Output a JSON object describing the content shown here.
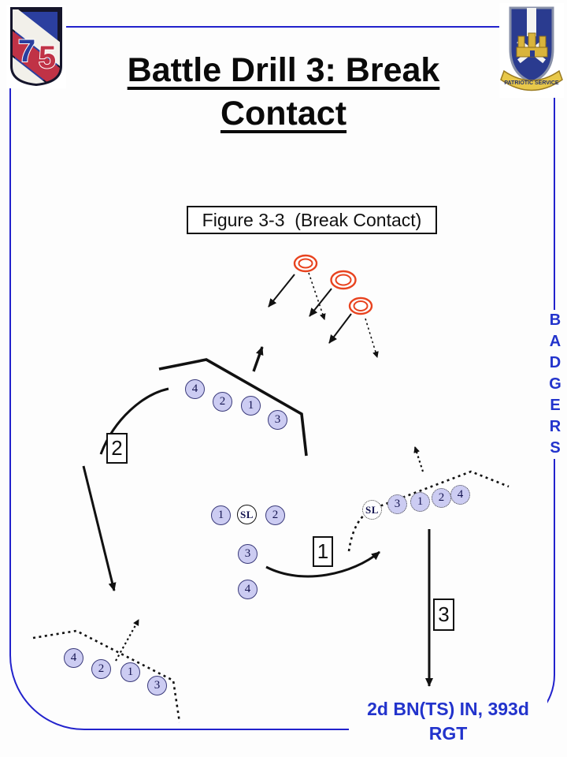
{
  "page": {
    "background": "#ffffff",
    "border_color": "#2222cc"
  },
  "header": {
    "title_line1": "Battle Drill 3: Break",
    "title_line2": "Contact",
    "patch_number": "75",
    "crest_motto": "PATRIOTIC SERVICE"
  },
  "sidebar": {
    "letters": [
      "B",
      "A",
      "D",
      "G",
      "E",
      "R",
      "S"
    ],
    "color": "#2233cc"
  },
  "figure": {
    "caption": "Figure 3-3  (Break Contact)"
  },
  "routes": {
    "one": "1",
    "two": "2",
    "three": "3"
  },
  "squads": {
    "top": [
      "4",
      "2",
      "1",
      "3"
    ],
    "center": [
      "1",
      "SL",
      "2",
      "3",
      "4"
    ],
    "bottom": [
      "4",
      "2",
      "1",
      "3"
    ],
    "right": [
      "SL",
      "3",
      "1",
      "2",
      "4"
    ]
  },
  "footer": {
    "unit_line1": "2d BN(TS) IN, 393d",
    "unit_line2": "RGT",
    "color": "#2233cc"
  },
  "colors": {
    "enemy_symbol": "#e8431f",
    "unit_circle_fill": "#ccccf2",
    "unit_circle_border": "#3a3a7a",
    "line_color": "#111111"
  }
}
